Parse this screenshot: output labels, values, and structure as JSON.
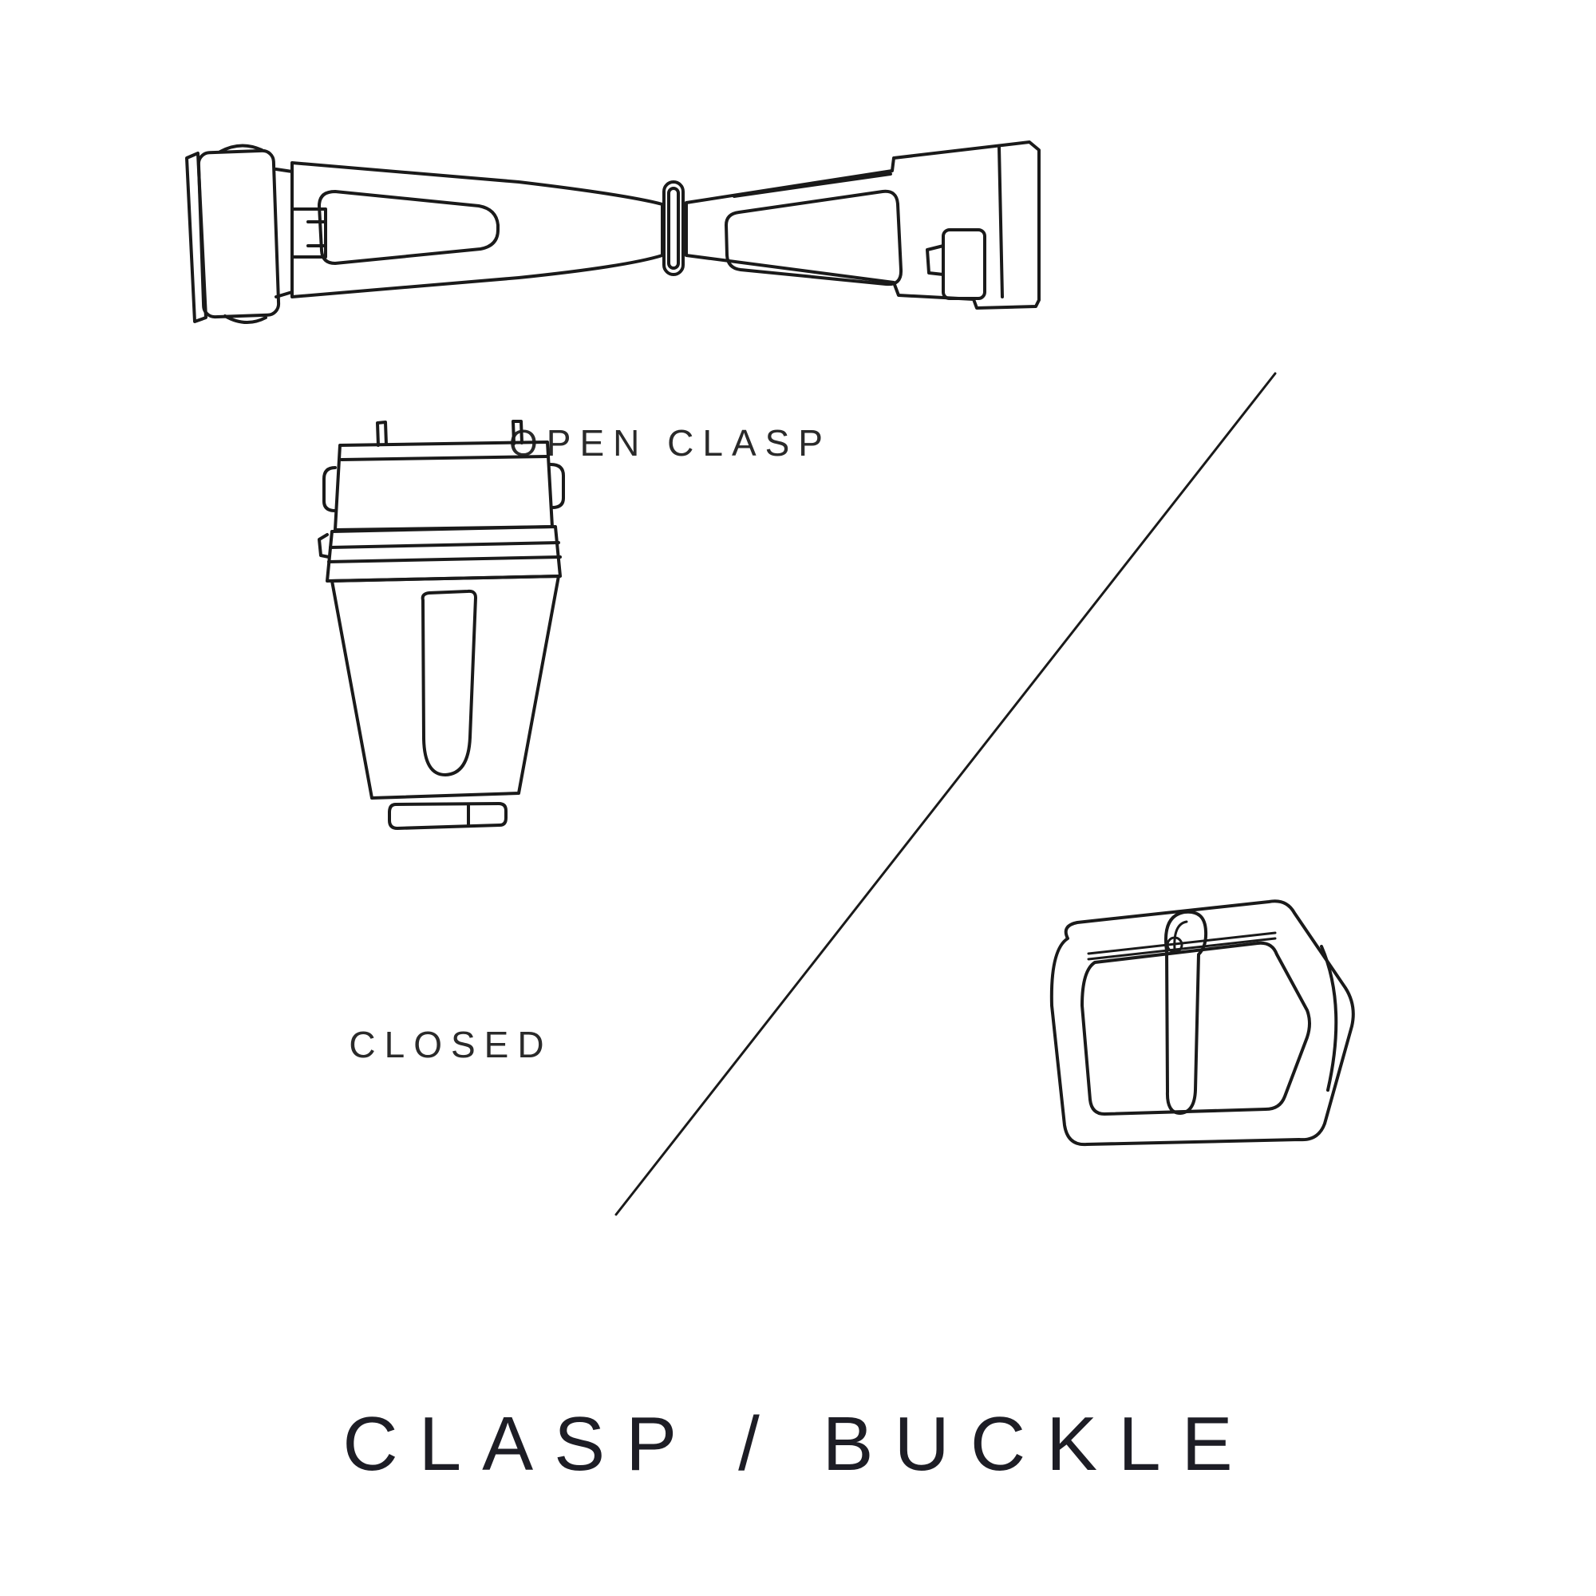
{
  "page": {
    "background": "#ffffff",
    "ink_color": "#1a1a1a",
    "caption_color": "#2a2a2a",
    "title_color": "#1d1d25"
  },
  "labels": {
    "open_clasp": "OPEN CLASP",
    "closed": "CLOSED"
  },
  "title": "CLASP / BUCKLE",
  "illustrations": {
    "open_clasp": "open-deployant-clasp-line-drawing",
    "closed_clasp": "closed-clasp-line-drawing",
    "buckle": "tang-buckle-line-drawing",
    "divider": "diagonal-divider-line"
  }
}
